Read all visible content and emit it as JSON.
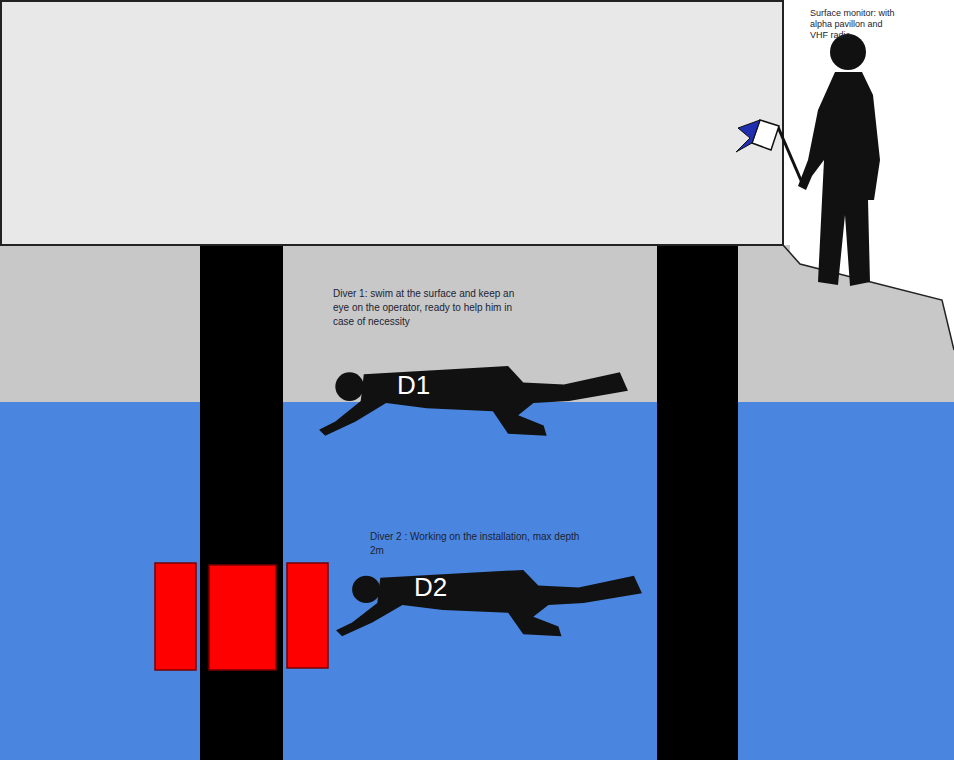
{
  "diagram": {
    "nodes": [
      {
        "text": [
          "D1"
        ]
      },
      {
        "text": [
          "D2"
        ]
      }
    ],
    "labels": [
      "Surface monitor: with alpha pavillon and VHF radio",
      "Diver 1: swim at the surface and keep an eye on the operator, ready to help him in case of necessity",
      "Diver 2 : Working on the installation, max depth 2m"
    ]
  }
}
